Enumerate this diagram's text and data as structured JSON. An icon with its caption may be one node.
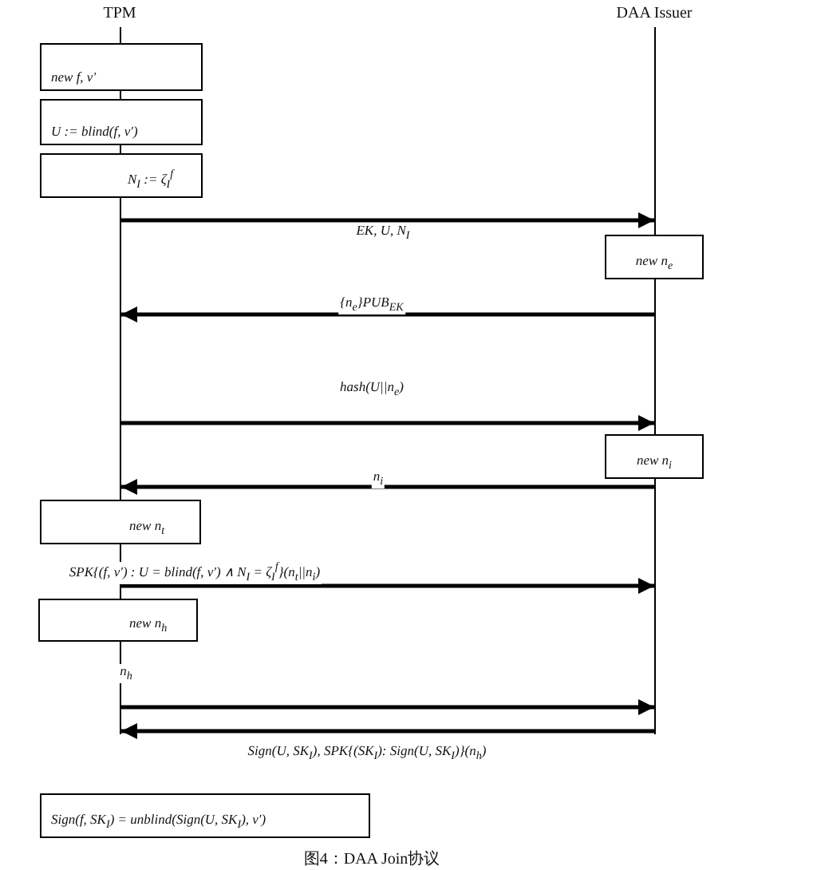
{
  "diagram": {
    "caption": "图4：DAA Join协议",
    "nodes": [
      {
        "text": [
          "TPM"
        ]
      },
      {
        "text": [
          "DAA Issuer"
        ]
      },
      {
        "text": [],
        "shape": "bar"
      },
      {
        "text": [],
        "shape": "bar"
      },
      {
        "text": [
          "new f, v'"
        ]
      },
      {
        "text": [
          "U := blind(f, v')"
        ]
      },
      {
        "text": [
          "N$_{I}$ := ζ$_{I}$$^{f}$"
        ]
      },
      {
        "text": [
          "new n$_{e}$"
        ]
      },
      {
        "text": [
          "new n$_{i}$"
        ]
      },
      {
        "text": [
          "new n$_{t}$"
        ]
      },
      {
        "text": [
          "new n$_{h}$"
        ]
      },
      {
        "text": [
          "Sign(f, SK$_{I}$) = unblind(Sign(U, SK$_{I}$), v')"
        ]
      }
    ],
    "edges": [
      {
        "from": 2,
        "to": 3,
        "arrow": "to",
        "label": "EK, U, N$_{I}$"
      },
      {
        "from": 3,
        "to": 2,
        "arrow": "to",
        "label": "{n$_{e}$}PUB$_{EK}$"
      },
      {
        "from": 2,
        "to": 3,
        "arrow": "to",
        "label": "hash(U||n$_{e}$)"
      },
      {
        "from": 3,
        "to": 2,
        "arrow": "to",
        "label": "n$_{i}$"
      },
      {
        "from": 2,
        "to": 3,
        "arrow": "to",
        "label": "SPK{(f, v') : U = blind(f, v') ∧ N$_{I}$ = ζ$_{I}$$^{f}$}(n$_{t}$||n$_{i}$)"
      },
      {
        "from": 2,
        "to": 3,
        "arrow": "to",
        "label": "n$_{h}$"
      },
      {
        "from": 3,
        "to": 2,
        "arrow": "to",
        "label": "Sign(U, SK$_{I}$), SPK{(SK$_{I}$): Sign(U, SK$_{I}$)}(n$_{h}$)"
      }
    ]
  }
}
